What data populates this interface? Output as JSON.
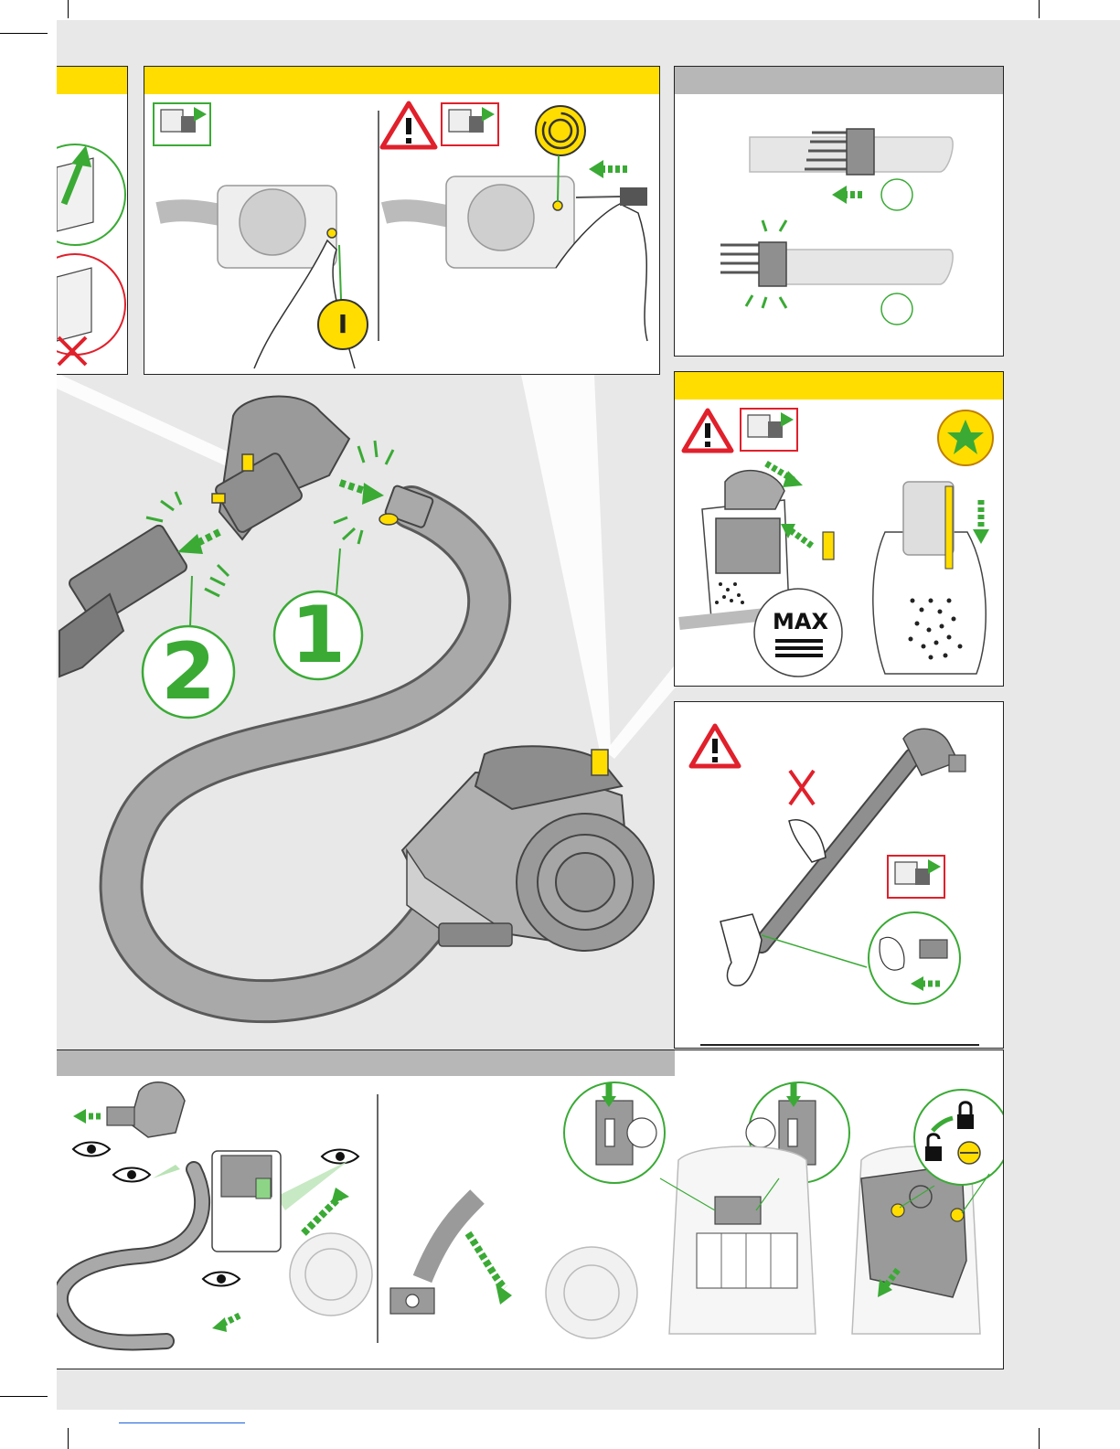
{
  "badges": {
    "switch_on_symbol": "I",
    "step_one": "1",
    "step_two": "2",
    "bin_level": "MAX"
  },
  "icons": [
    "unplug-icon",
    "warning-triangle-icon",
    "cord-rewind-icon",
    "power-switch-icon",
    "eye-icon",
    "lock-icon",
    "unlock-icon",
    "allergy-seal-icon",
    "cross-mark-icon"
  ],
  "colors": {
    "accent_yellow": "#ffdd00",
    "instruction_green": "#3aaa35",
    "warning_red": "#e0202b",
    "machine_grey": "#9a9a9a",
    "light_grey": "#d6d6d6",
    "section_grey": "#b7b7b7"
  }
}
